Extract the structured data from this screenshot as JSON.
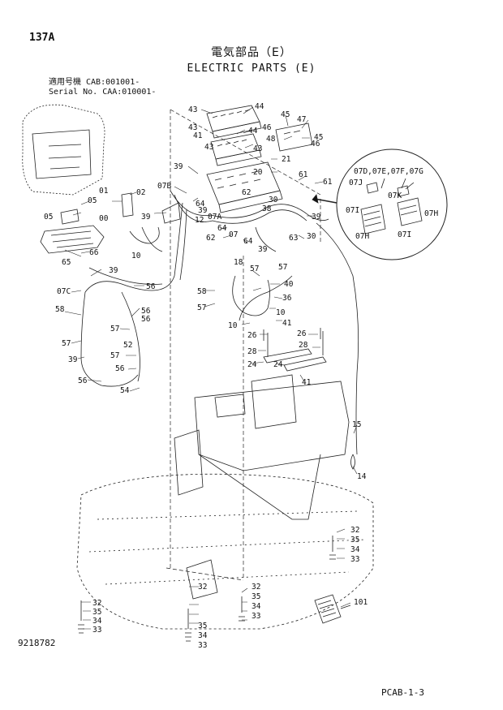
{
  "header": {
    "page_number": "137A",
    "title_jp": "電気部品（E）",
    "title_en": "ELECTRIC PARTS (E)",
    "serial_line_1": "適用号機  CAB:001001-",
    "serial_line_2": "Serial No. CAA:010001-"
  },
  "footer": {
    "drawing_number": "9218782",
    "page_code": "PCAB-1-3"
  },
  "detail_callout": {
    "header": "07D,07E,07F,07G",
    "labels": [
      "07J",
      "07K",
      "07I",
      "07H",
      "07H",
      "07I"
    ]
  },
  "part_callouts": [
    "43",
    "44",
    "43",
    "45",
    "46",
    "47",
    "45",
    "44",
    "41",
    "43",
    "48",
    "21",
    "46",
    "43",
    "20",
    "61",
    "61",
    "39",
    "07B",
    "62",
    "64",
    "38",
    "30",
    "30",
    "39",
    "39",
    "12",
    "07A",
    "64",
    "62",
    "07",
    "63",
    "64",
    "39",
    "18",
    "57",
    "57",
    "40",
    "36",
    "10",
    "58",
    "57",
    "10",
    "41",
    "26",
    "28",
    "28",
    "26",
    "24",
    "24",
    "41",
    "15",
    "14",
    "32",
    "35",
    "34",
    "33",
    "32",
    "35",
    "34",
    "33",
    "32",
    "35",
    "34",
    "33",
    "32",
    "35",
    "34",
    "33",
    "101",
    "01",
    "02",
    "05",
    "05",
    "00",
    "39",
    "10",
    "65",
    "66",
    "39",
    "07C",
    "56",
    "58",
    "56",
    "57",
    "56",
    "57",
    "52",
    "39",
    "57",
    "56",
    "56",
    "54"
  ]
}
